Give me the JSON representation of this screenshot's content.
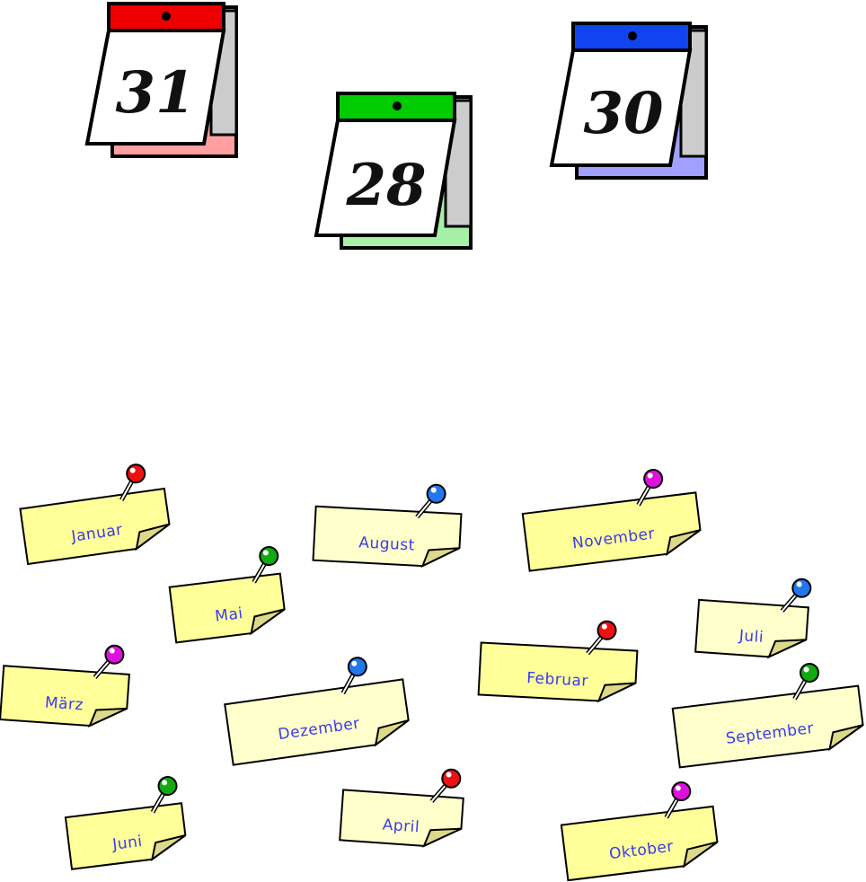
{
  "calendars": [
    {
      "day": "31",
      "top_color": "#ee0000",
      "back_color": "#ff9f9f"
    },
    {
      "day": "28",
      "top_color": "#00cc00",
      "back_color": "#a6f0a6"
    },
    {
      "day": "30",
      "top_color": "#1144ee",
      "back_color": "#a0a0ff"
    }
  ],
  "notes": [
    {
      "label": "Januar",
      "pin_color": "#ee1111",
      "paper": "#ffff99"
    },
    {
      "label": "August",
      "pin_color": "#2277ee",
      "paper": "#ffffcc"
    },
    {
      "label": "November",
      "pin_color": "#dd11dd",
      "paper": "#ffff99"
    },
    {
      "label": "Mai",
      "pin_color": "#11aa11",
      "paper": "#ffff99"
    },
    {
      "label": "Juli",
      "pin_color": "#2277ee",
      "paper": "#ffffcc"
    },
    {
      "label": "März",
      "pin_color": "#dd11dd",
      "paper": "#ffff99"
    },
    {
      "label": "Dezember",
      "pin_color": "#2277ee",
      "paper": "#ffffcc"
    },
    {
      "label": "Februar",
      "pin_color": "#ee1111",
      "paper": "#ffff99"
    },
    {
      "label": "September",
      "pin_color": "#11aa11",
      "paper": "#ffffcc"
    },
    {
      "label": "Juni",
      "pin_color": "#11aa11",
      "paper": "#ffff99"
    },
    {
      "label": "April",
      "pin_color": "#ee1111",
      "paper": "#ffffcc"
    },
    {
      "label": "Oktober",
      "pin_color": "#dd11dd",
      "paper": "#ffff99"
    }
  ]
}
